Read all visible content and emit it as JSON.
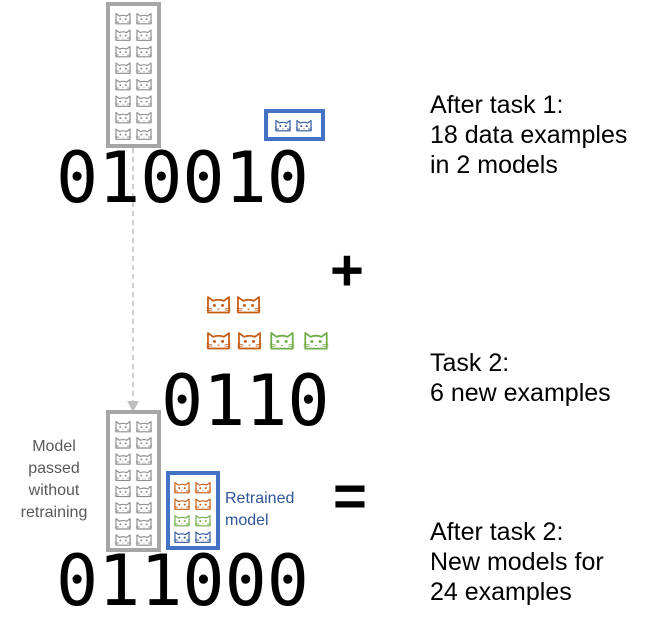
{
  "digits": {
    "row1": "010010",
    "row2": "0110",
    "row3": "011000"
  },
  "operators": {
    "plus": "+",
    "equals": "="
  },
  "captions": {
    "after_task1": [
      "After task 1:",
      "18 data examples",
      "in 2 models"
    ],
    "task2": [
      "Task 2:",
      "6 new examples"
    ],
    "after_task2": [
      "After task 2:",
      "New models for",
      "24 examples"
    ]
  },
  "notes": {
    "passed": [
      "Model",
      "passed",
      "without",
      "retraining"
    ],
    "retrained": [
      "Retrained",
      "model"
    ]
  },
  "colors": {
    "gray_box": "#a6a6a6",
    "blue_box": "#4472c4",
    "cat_gray": "#8c8c8c",
    "cat_blue": "#2f5597",
    "cat_orange": "#c55a11",
    "cat_green": "#70ad47",
    "arrow": "#bfbfbf"
  },
  "icons": {
    "cat": "cat-face-icon"
  }
}
